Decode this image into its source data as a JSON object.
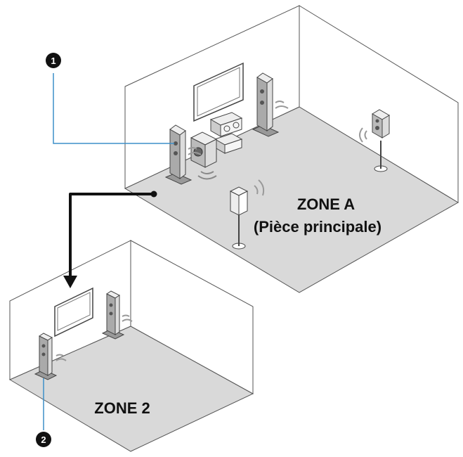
{
  "zone_a": {
    "label_line1": "ZONE A",
    "label_line2": "(Pièce principale)"
  },
  "zone_2": {
    "label": "ZONE 2"
  },
  "callouts": {
    "one": "1",
    "two": "2"
  },
  "colors": {
    "floor": "#d9d9d9",
    "outline": "#555555",
    "callout_line": "#3d8fc9",
    "arrow": "#111111",
    "callout_badge": "#111111"
  },
  "icons": {
    "arrow": "arrow-down-right-angle",
    "wireless": "wireless-waves-icon"
  }
}
